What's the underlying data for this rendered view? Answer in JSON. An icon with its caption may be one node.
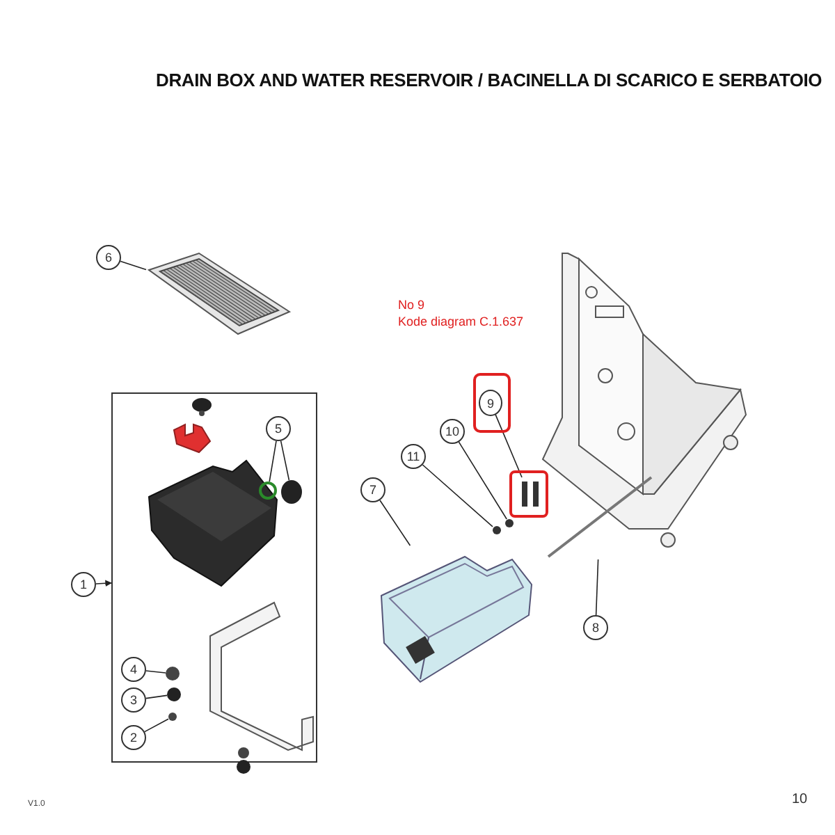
{
  "diagram": {
    "title": "DRAIN BOX AND WATER RESERVOIR / BACINELLA DI SCARICO E SERBATOIO",
    "nodes": [
      {
        "text": [
          "6"
        ]
      },
      {
        "text": [],
        "shape": "picture"
      },
      {
        "text": [
          "9"
        ]
      },
      {
        "text": [
          "10"
        ]
      },
      {
        "text": [
          "11"
        ]
      },
      {
        "text": [
          "7"
        ]
      },
      {
        "text": [],
        "shape": "box"
      },
      {
        "text": [
          "5"
        ],
        "in": 6
      },
      {
        "text": [],
        "shape": "circle",
        "in": 6
      },
      {
        "text": [],
        "shape": "circle",
        "in": 6
      },
      {
        "text": [
          "1"
        ]
      },
      {
        "text": [],
        "shape": "picture"
      },
      {
        "text": [
          "8"
        ]
      },
      {
        "text": [
          "4"
        ],
        "in": 6
      },
      {
        "text": [
          "3"
        ],
        "in": 6
      },
      {
        "text": [
          "2"
        ],
        "in": 6
      },
      {
        "text": [],
        "shape": "circle",
        "in": 6
      },
      {
        "text": [],
        "shape": "circle",
        "in": 6
      },
      {
        "text": [],
        "shape": "circle",
        "in": 6
      },
      {
        "text": [],
        "shape": "picture"
      },
      {
        "text": [],
        "shape": "circle"
      },
      {
        "text": [],
        "shape": "circle"
      },
      {
        "text": [],
        "shape": "picture"
      }
    ],
    "edges": [
      {
        "from": 0,
        "to": 1,
        "arrow": "none"
      },
      {
        "from": 7,
        "to": 8,
        "arrow": "none"
      },
      {
        "from": 7,
        "to": 9,
        "arrow": "none"
      },
      {
        "from": 10,
        "to": 6,
        "arrow": "to"
      },
      {
        "from": 13,
        "to": 16,
        "arrow": "none"
      },
      {
        "from": 14,
        "to": 17,
        "arrow": "none"
      },
      {
        "from": 15,
        "to": 18,
        "arrow": "none"
      },
      {
        "from": 2,
        "to": 19,
        "arrow": "none"
      },
      {
        "from": 3,
        "to": 20,
        "arrow": "none"
      },
      {
        "from": 4,
        "to": 21,
        "arrow": "none"
      },
      {
        "from": 5,
        "to": 11,
        "arrow": "none"
      },
      {
        "from": 12,
        "to": 22,
        "arrow": "none"
      }
    ],
    "labels": [
      "No 9",
      "Kode diagram C.1.637",
      "V1.0",
      "10"
    ]
  }
}
